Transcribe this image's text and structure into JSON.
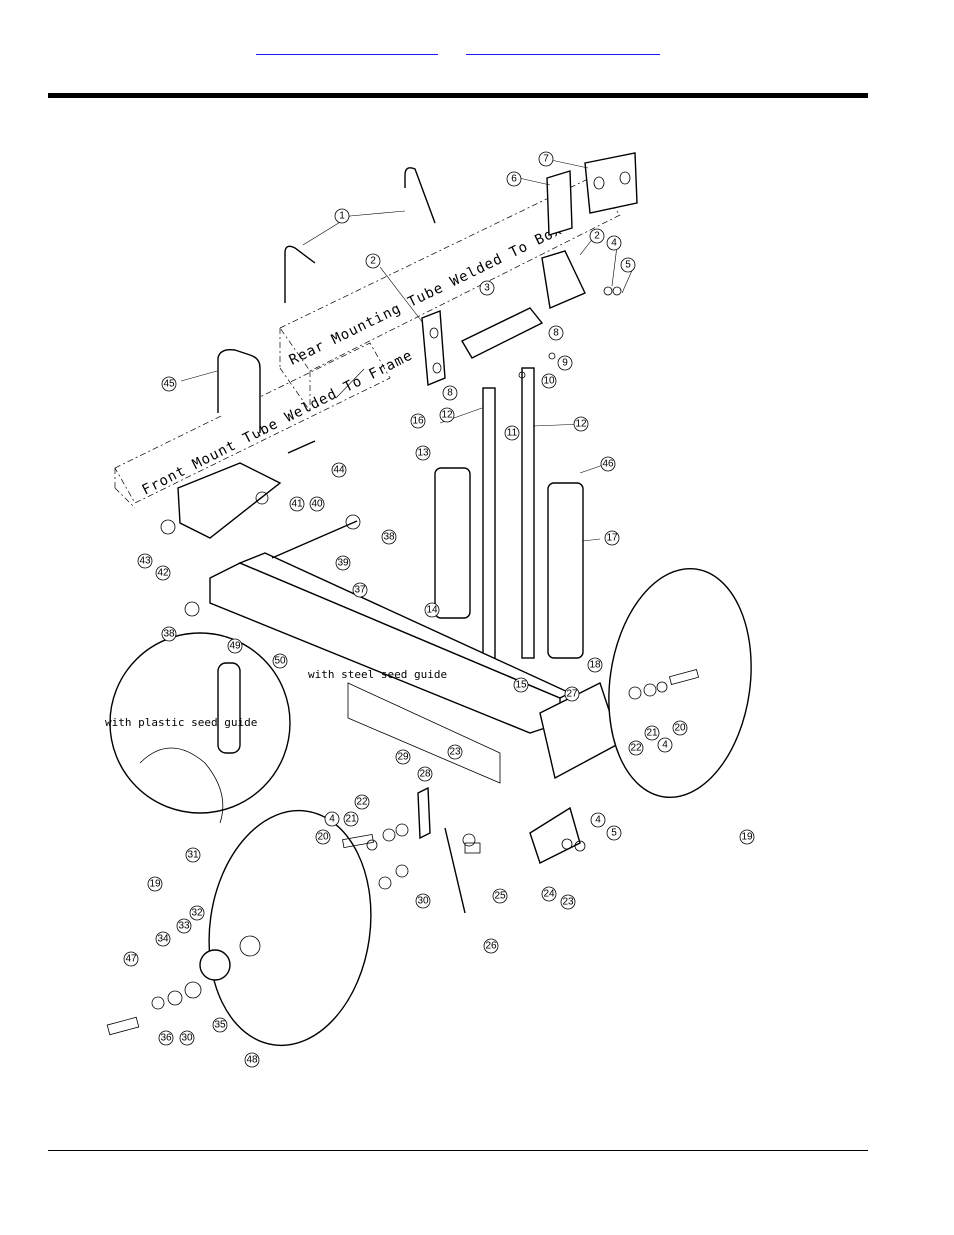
{
  "header": {
    "links": [
      {
        "label": ""
      },
      {
        "label": ""
      }
    ]
  },
  "diagram": {
    "annotations": {
      "rear_tube": "Rear Mounting Tube Welded To Box",
      "front_tube": "Front Mount Tube Welded To Frame",
      "steel_guide": "with steel seed guide",
      "plastic_guide": "with plastic seed guide"
    },
    "callouts": [
      "1",
      "2",
      "2",
      "3",
      "4",
      "5",
      "6",
      "7",
      "8",
      "8",
      "9",
      "10",
      "11",
      "12",
      "12",
      "13",
      "14",
      "15",
      "16",
      "17",
      "18",
      "19",
      "19",
      "20",
      "20",
      "21",
      "21",
      "22",
      "22",
      "23",
      "23",
      "24",
      "25",
      "26",
      "27",
      "28",
      "29",
      "30",
      "30",
      "31",
      "32",
      "33",
      "34",
      "35",
      "36",
      "37",
      "38",
      "38",
      "39",
      "40",
      "41",
      "42",
      "43",
      "44",
      "45",
      "46",
      "47",
      "48",
      "49",
      "4",
      "4",
      "4",
      "5",
      "50"
    ]
  }
}
